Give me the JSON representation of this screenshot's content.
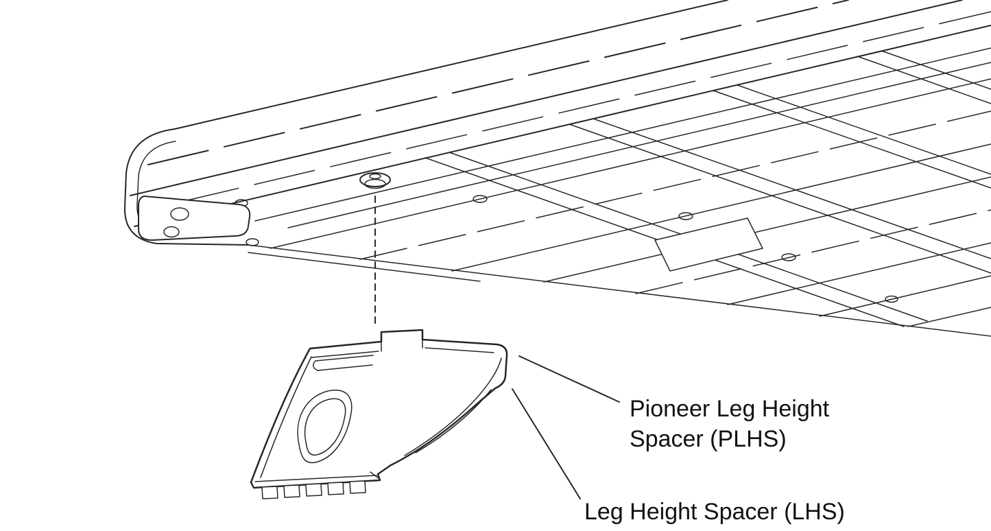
{
  "labels": {
    "plhs": {
      "line1": "Pioneer Leg Height",
      "line2": "Spacer (PLHS)"
    },
    "lhs": "Leg Height Spacer (LHS)"
  },
  "colors": {
    "background": "#ffffff",
    "line": "#262626",
    "text": "#111111"
  },
  "parts": {
    "platform": "pioneer-platform-underside",
    "bracket": "corner-bracket-plate",
    "bolt": "mounting-bolt",
    "guide": "alignment-dashed-line",
    "spacer": "leg-height-spacer",
    "leaders": "leader-lines"
  }
}
